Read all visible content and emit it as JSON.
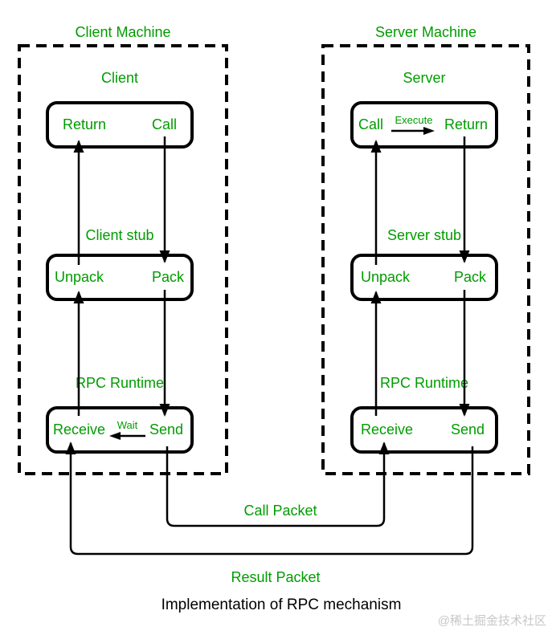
{
  "colors": {
    "green": "#009C00",
    "black": "#000000",
    "watermark": "#c7c7c7"
  },
  "client": {
    "title": "Client Machine",
    "layers": [
      {
        "label": "Client",
        "left": "Return",
        "right": "Call"
      },
      {
        "label": "Client stub",
        "left": "Unpack",
        "right": "Pack"
      },
      {
        "label": "RPC Runtime",
        "left": "Receive",
        "middle": "Wait",
        "right": "Send"
      }
    ]
  },
  "server": {
    "title": "Server Machine",
    "layers": [
      {
        "label": "Server",
        "left": "Call",
        "middle": "Execute",
        "right": "Return"
      },
      {
        "label": "Server stub",
        "left": "Unpack",
        "right": "Pack"
      },
      {
        "label": "RPC Runtime",
        "left": "Receive",
        "right": "Send"
      }
    ]
  },
  "packets": {
    "call": "Call Packet",
    "result": "Result Packet"
  },
  "diagram": {
    "caption": "Implementation of RPC mechanism",
    "watermark": "@稀土掘金技术社区"
  }
}
